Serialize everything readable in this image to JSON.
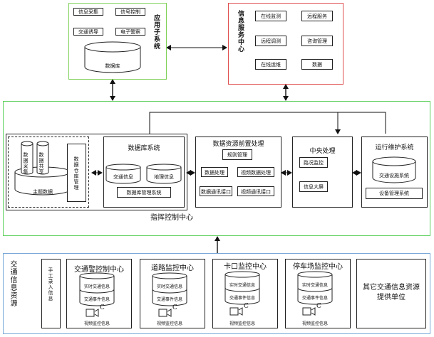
{
  "app_subsystem": {
    "title": "应用子系统",
    "modules": [
      "信息采集",
      "信号控制",
      "交通诱导",
      "电子警察"
    ],
    "db_label": "数据库"
  },
  "info_service": {
    "title": "信息服务中心",
    "items": [
      "在线监测",
      "远程服务",
      "远程调测",
      "咨询管理",
      "在线运维",
      "数据"
    ]
  },
  "command_center": {
    "title": "指挥控制中心",
    "storage": {
      "cylinders": [
        "数据采集",
        "数据共享"
      ],
      "base_label": "主题数据",
      "warehouse_label": "数据仓库管理"
    },
    "database_system": {
      "title": "数据库系统",
      "db1": "交通信息",
      "db2": "地理信息",
      "mgmt": "数据库管理系统"
    },
    "preprocess": {
      "title": "数据资源前置处理",
      "rule": "规则管理",
      "items": [
        "数据处理",
        "视频数据处理",
        "数据通讯接口",
        "视频通讯接口"
      ]
    },
    "central": {
      "title": "中央处理",
      "items": [
        "路况监控",
        "信息大屏"
      ]
    },
    "maintenance": {
      "title": "运行维护系统",
      "db": "交通设施系统",
      "mgmt": "设备管理系统"
    }
  },
  "sources": {
    "title": "交通信息资源",
    "manual": "手工录入信息",
    "centers": [
      {
        "title": "交通警控制中心",
        "db_top": "实时交通信息",
        "db_bottom": "交通事件信息",
        "camera": "视频监控信息"
      },
      {
        "title": "道路监控中心",
        "db_top": "实时交通信息",
        "db_bottom": "交通事件信息",
        "camera": "视频监控信息"
      },
      {
        "title": "卡口监控中心",
        "db_top": "实时交通信息",
        "db_bottom": "交通事件信息",
        "camera": "视频监控信息"
      },
      {
        "title": "停车场监控中心",
        "db_top": "实时交通信息",
        "db_bottom": "交通事件信息",
        "camera": "视频监控信息"
      }
    ],
    "other": "其它交通信息资源提供单位"
  },
  "colors": {
    "app_border": "#7fd15a",
    "service_border": "#e05050",
    "command_border": "#5ccf5c",
    "source_border": "#7aa9d8",
    "line": "#111111"
  }
}
